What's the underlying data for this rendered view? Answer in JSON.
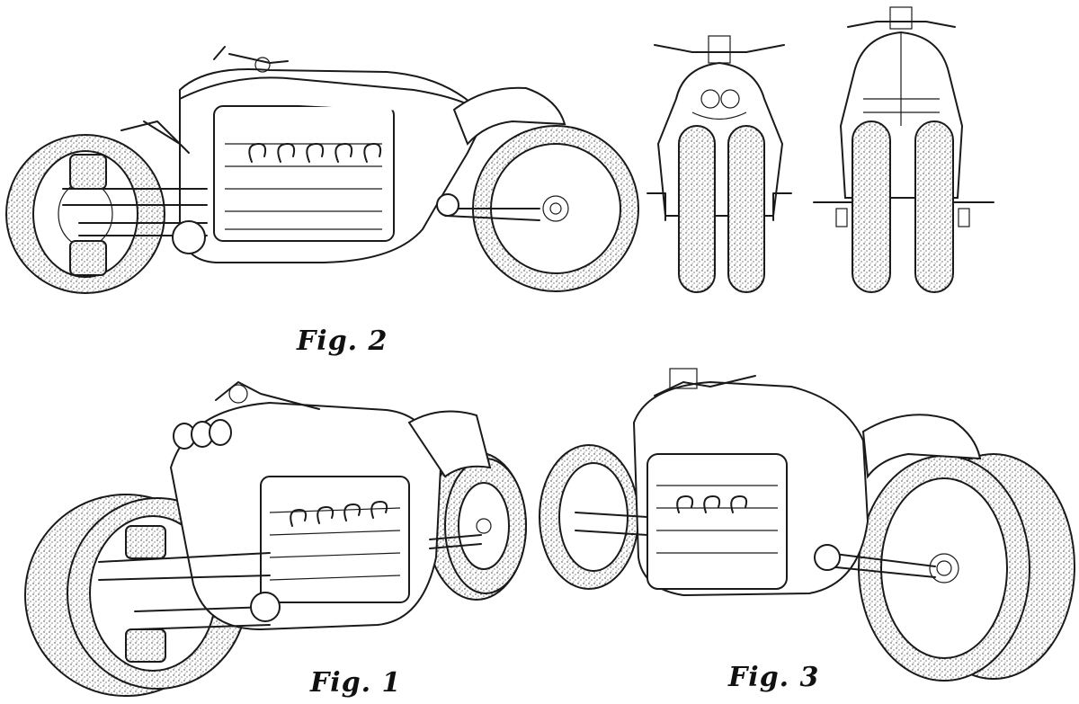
{
  "figures": [
    {
      "id": "fig1",
      "label": "Fig. 1",
      "view": "front-left perspective"
    },
    {
      "id": "fig2",
      "label": "Fig. 2",
      "view": "left side"
    },
    {
      "id": "fig3",
      "label": "Fig. 3",
      "view": "rear-right perspective"
    }
  ],
  "extra_views": [
    {
      "id": "front-view",
      "view": "front elevation"
    },
    {
      "id": "rear-view",
      "view": "rear elevation"
    }
  ],
  "colors": {
    "ink": "#1a1a1a",
    "paper": "#ffffff"
  }
}
